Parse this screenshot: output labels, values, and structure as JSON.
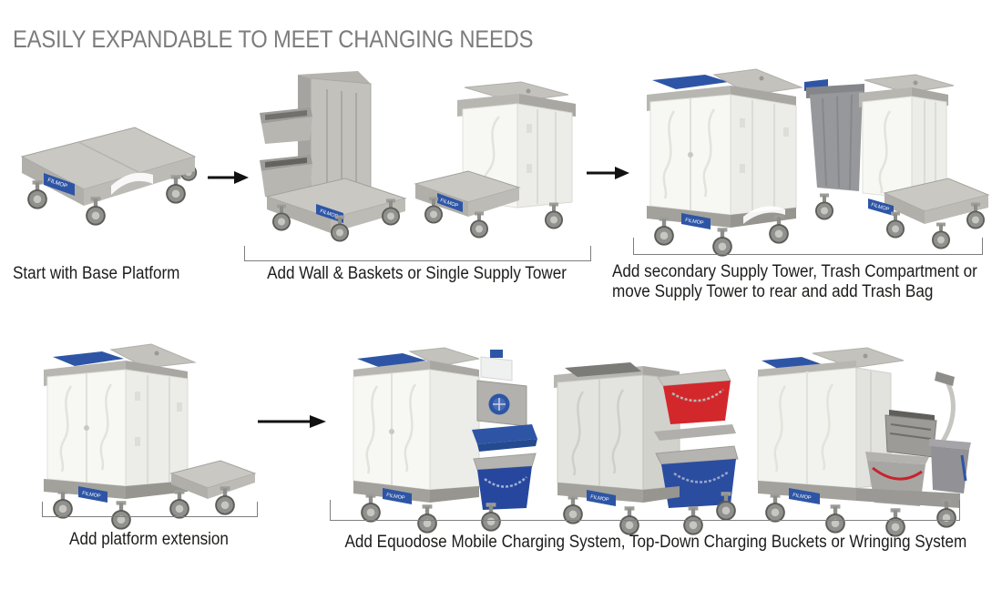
{
  "title": "EASILY EXPANDABLE TO MEET CHANGING NEEDS",
  "brand_label": "FILMOP",
  "colors": {
    "title_gray": "#7c7c7c",
    "caption_black": "#1c1c1a",
    "arrow_black": "#111111",
    "bracket_gray": "#7e7e7e",
    "cart_gray_light": "#c9c8c3",
    "cart_gray_mid": "#b3b2ad",
    "cart_gray_dark": "#9c9b96",
    "cabinet_white": "#f6f6f3",
    "brand_blue": "#2e55a5",
    "bucket_red": "#d2282c",
    "bucket_blue": "#2b4da0",
    "bag_gray": "#97989b"
  },
  "row1": {
    "step1": {
      "caption": "Start with Base Platform",
      "image": "base-platform-cart"
    },
    "step2": {
      "caption": "Add Wall & Baskets or Single Supply Tower",
      "images": [
        "wall-and-baskets-cart",
        "single-supply-tower-cart"
      ]
    },
    "step3": {
      "caption_line1": "Add secondary Supply Tower, Trash Compartment or",
      "caption_line2": "move Supply Tower to rear and add Trash Bag",
      "images": [
        "double-supply-tower-cart",
        "rear-tower-trash-bag-cart"
      ]
    }
  },
  "row2": {
    "step1": {
      "caption": "Add platform extension",
      "image": "platform-extension-cart"
    },
    "step2": {
      "caption": "Add Equodose Mobile Charging System, Top-Down Charging Buckets or Wringing System",
      "images": [
        "equodose-charging-cart",
        "top-down-charging-buckets-cart",
        "wringing-system-cart"
      ]
    }
  }
}
